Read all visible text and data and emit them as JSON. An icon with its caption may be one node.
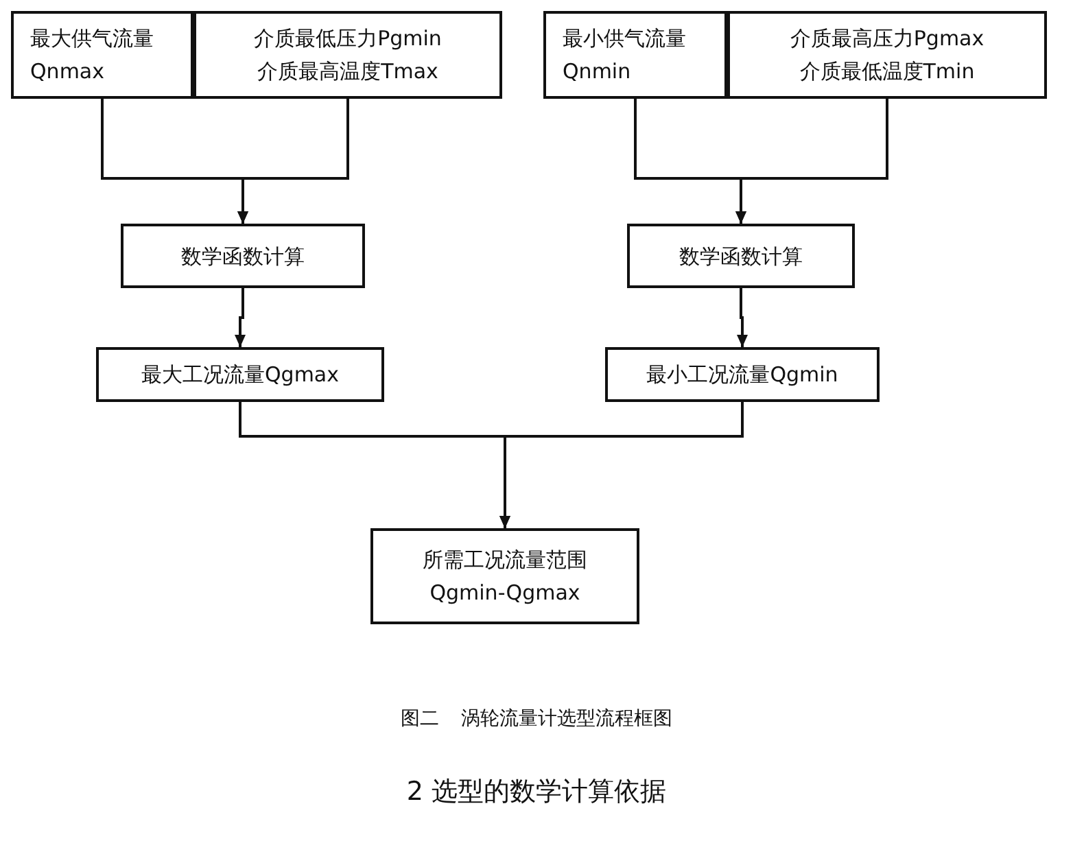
{
  "diagram": {
    "caption": "图二 涡轮流量计选型流程框图",
    "nodes": [
      {
        "text": [
          "最大供气流量 Qnmax"
        ]
      },
      {
        "text": [
          "介质最低压力Pgmin 介质最高温度Tmax"
        ]
      },
      {
        "text": [
          "最小供气流量 Qnmin"
        ]
      },
      {
        "text": [
          "介质最高压力Pgmax 介质最低温度Tmin"
        ]
      },
      {
        "text": [
          "数学函数计算"
        ]
      },
      {
        "text": [
          "数学函数计算"
        ]
      },
      {
        "text": [
          "最大工况流量Qgmax"
        ]
      },
      {
        "text": [
          "最小工况流量Qgmin"
        ]
      },
      {
        "text": [
          "所需工况流量范围 Qgmin-Qgmax"
        ]
      }
    ],
    "edges": [
      {
        "from": 0,
        "to": 4,
        "arrow": "to"
      },
      {
        "from": 1,
        "to": 4,
        "arrow": "to"
      },
      {
        "from": 2,
        "to": 5,
        "arrow": "to"
      },
      {
        "from": 3,
        "to": 5,
        "arrow": "to"
      },
      {
        "from": 4,
        "to": 6,
        "arrow": "to"
      },
      {
        "from": 5,
        "to": 7,
        "arrow": "to"
      },
      {
        "from": 6,
        "to": 8,
        "arrow": "to"
      },
      {
        "from": 7,
        "to": 8,
        "arrow": "to"
      }
    ],
    "labels": [
      "2 选型的数学计算依据"
    ]
  }
}
